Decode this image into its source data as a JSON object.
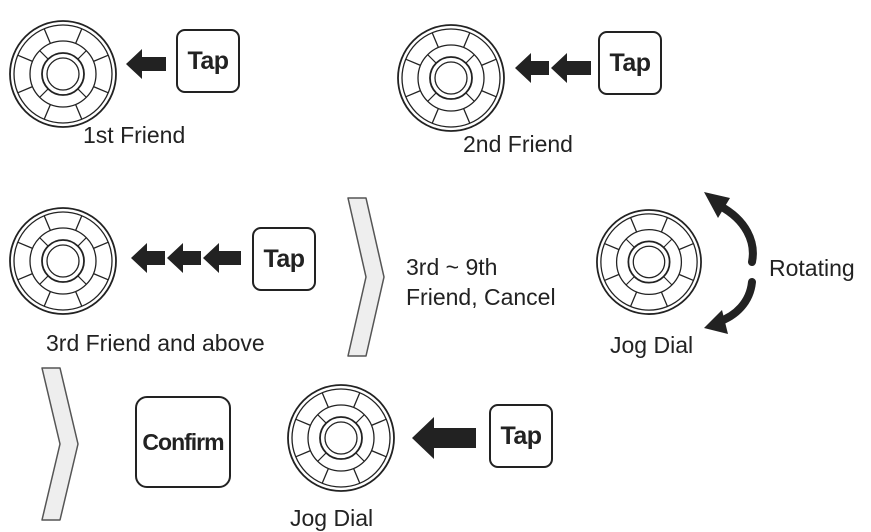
{
  "labels": {
    "first_friend": "1st Friend",
    "second_friend": "2nd Friend",
    "third_friend": "3rd Friend and above",
    "range_line1": "3rd ~ 9th",
    "range_line2": "Friend, Cancel",
    "rotating": "Rotating",
    "jog_dial_1": "Jog Dial",
    "jog_dial_2": "Jog Dial"
  },
  "keys": {
    "tap": "Tap",
    "confirm": "Confirm"
  },
  "icons": [
    "jog-dial-icon",
    "left-arrow-icon",
    "chevron-right-icon",
    "rotate-arrows-icon"
  ],
  "colors": {
    "ink": "#222222",
    "chevron_fill": "#eeeeee",
    "background": "#ffffff"
  }
}
